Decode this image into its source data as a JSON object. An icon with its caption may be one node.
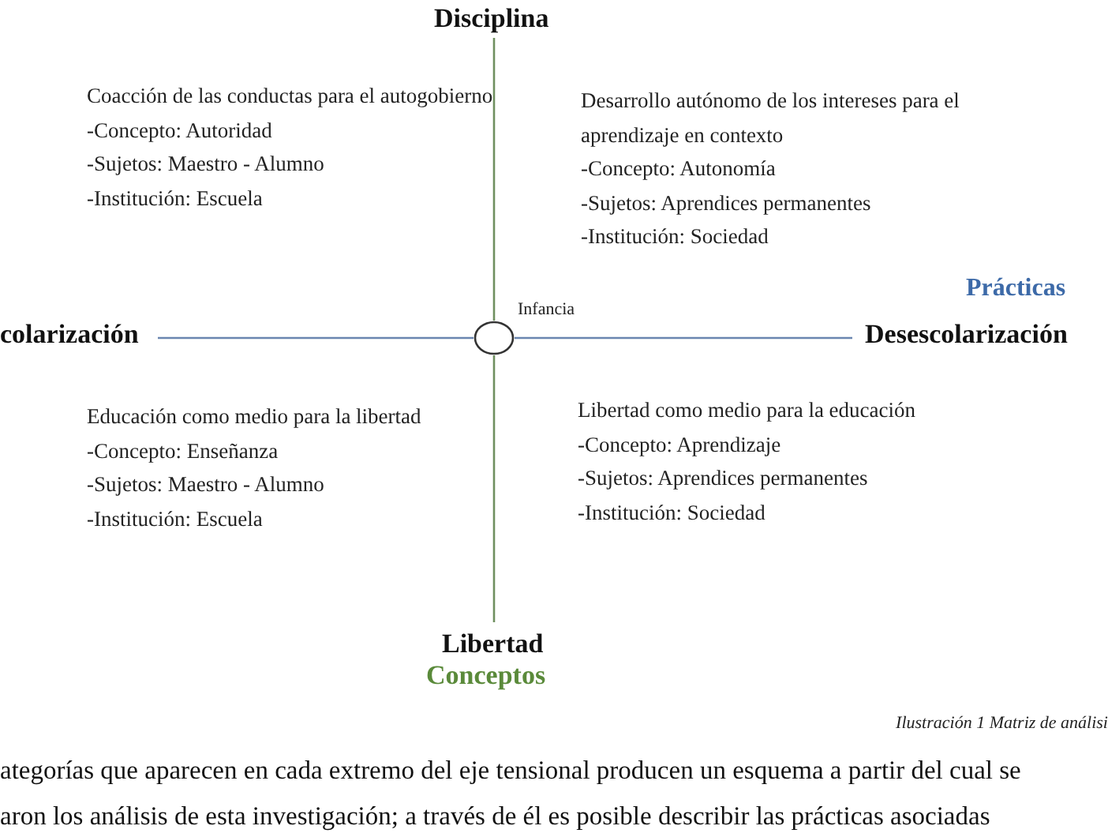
{
  "diagram": {
    "caption": "Ilustración 1 Matriz de análisi",
    "nodes": [
      {
        "text": [
          "Disciplina"
        ]
      },
      {
        "text": [
          "colarización"
        ]
      },
      {
        "text": [],
        "shape": "circle",
        "beside": [
          "Infancia"
        ]
      },
      {
        "text": [
          "Desescolarización"
        ]
      },
      {
        "text": [
          "Libertad"
        ]
      }
    ],
    "edges": [
      {
        "from": 2,
        "to": 0,
        "arrow": "none",
        "color": "#6f8f5f"
      },
      {
        "from": 2,
        "to": 1,
        "arrow": "none",
        "color": "#6a86b0"
      },
      {
        "from": 2,
        "to": 3,
        "arrow": "none",
        "color": "#6a86b0"
      },
      {
        "from": 2,
        "to": 4,
        "arrow": "none",
        "color": "#6f8f5f"
      }
    ],
    "labels": [
      "Coacción de las conductas para el autogobierno",
      "-Concepto: Autoridad",
      "-Sujetos: Maestro - Alumno",
      "-Institución: Escuela",
      "Desarrollo autónomo de los intereses para el aprendizaje en contexto",
      "-Concepto: Autonomía",
      "-Sujetos: Aprendices permanentes",
      "-Institución: Sociedad",
      "Prácticas",
      "Educación como medio para la libertad",
      "-Concepto: Enseñanza",
      "-Sujetos: Maestro - Alumno",
      "-Institución: Escuela",
      "Libertad como medio para la educación",
      "-Concepto: Aprendizaje",
      "-Sujetos: Aprendices permanentes",
      "-Institución: Sociedad",
      "Conceptos",
      "ategorías que aparecen en cada extremo del eje tensional producen un esquema a partir del cual se",
      "aron los análisis de esta investigación; a través de él es posible describir las prácticas asociadas"
    ]
  }
}
